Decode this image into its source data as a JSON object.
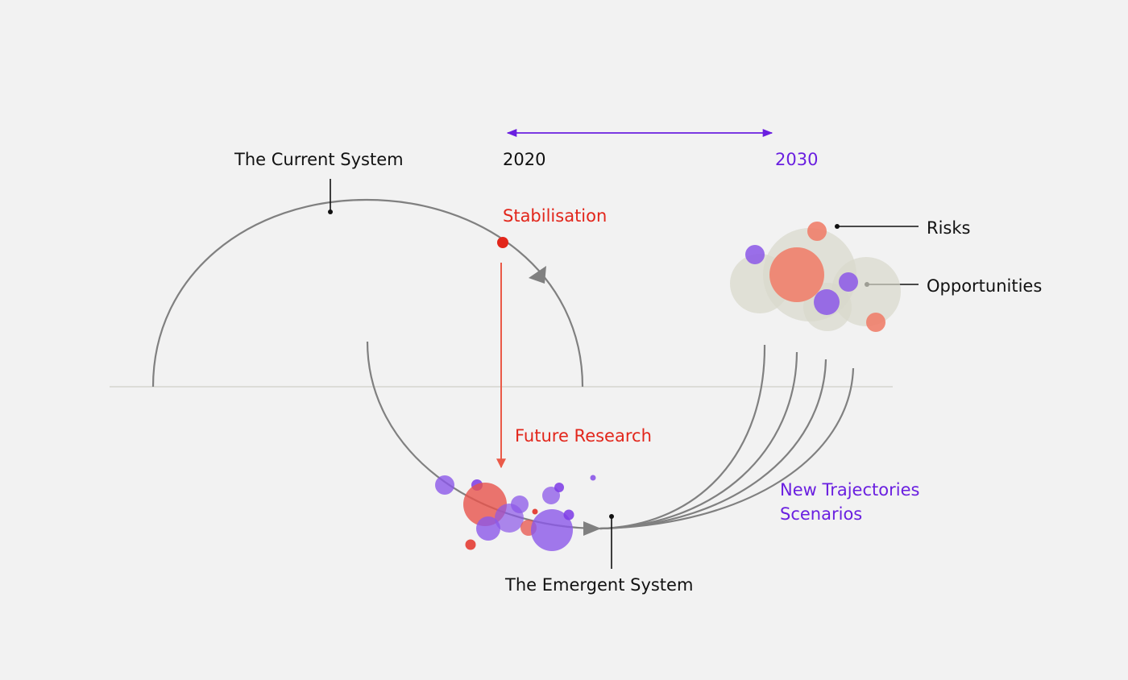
{
  "labels": {
    "current_system": "The Current System",
    "year_start": "2020",
    "year_end": "2030",
    "stabilisation": "Stabilisation",
    "future_research": "Future Research",
    "emergent_system": "The Emergent System",
    "risks": "Risks",
    "opportunities": "Opportunities",
    "new_trajectories": "New Trajectories",
    "scenarios": "Scenarios"
  },
  "colors": {
    "background": "#f2f2f2",
    "baseline": "#dcdcd8",
    "curve": "#808080",
    "text": "#111111",
    "accent_red": "#e2261b",
    "accent_purple": "#6a1fe0",
    "risk_fill": "#ef7f6c",
    "opportunity_fill": "#8b57e8",
    "cloud_fill": "#d9d9cc"
  },
  "legend": {
    "risks_color": "red",
    "opportunities_color": "purple"
  }
}
